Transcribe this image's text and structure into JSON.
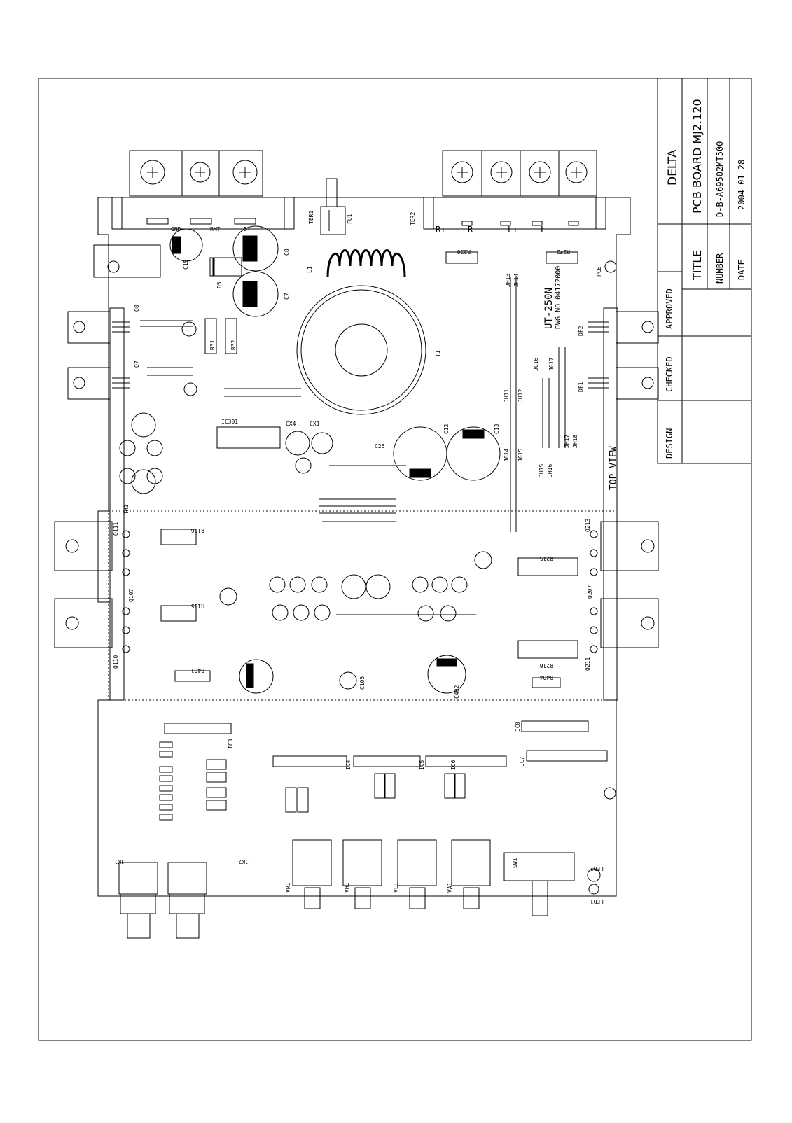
{
  "title_block": {
    "company": "DELTA",
    "title_label": "TITLE",
    "title": "PCB BOARD MJ2.120",
    "number_label": "NUMBER",
    "number": "D-B-A69502MT500",
    "date_label": "DATE",
    "date": "2004-01-28",
    "approved_label": "APPROVED",
    "checked_label": "CHECKED",
    "design_label": "DESIGN"
  },
  "board": {
    "model": "UT-250N",
    "dwg_no": "DWG NO 04172000",
    "view_label": "TOP VIEW",
    "terminals": {
      "power_block": "TER1",
      "speaker_block": "TER2",
      "gnd": "GND",
      "rmt": "RMT",
      "bplus": "B+",
      "fuse": "FU1",
      "speaker_pins": [
        "R+",
        "R-",
        "L+",
        "L-"
      ]
    },
    "main_parts": [
      "T1",
      "L1",
      "C8",
      "C7",
      "C15",
      "D5",
      "C12",
      "C13",
      "IC301",
      "CX1",
      "CX4",
      "C25",
      "C402",
      "C105",
      "TH1",
      "PCB"
    ],
    "transistors": [
      "Q8",
      "Q7",
      "DF2",
      "DF1",
      "Q111",
      "Q107",
      "Q110",
      "Q213",
      "Q207",
      "Q211"
    ],
    "resistors": [
      "R116",
      "R115",
      "R401",
      "R215",
      "R216",
      "R404",
      "R31",
      "R32",
      "R238",
      "R272"
    ],
    "jumpers": [
      "JH11",
      "JH12",
      "JG14",
      "JG15",
      "JH15",
      "JH16",
      "JH17",
      "JH18",
      "JH13",
      "JH14",
      "JG16",
      "JG17"
    ],
    "io": {
      "rca": "JK1",
      "rca2": "JK2",
      "pots": [
        "VR1",
        "VH1",
        "VL1",
        "VA1"
      ],
      "switch": "SW1",
      "leds": [
        "LED1",
        "LED2"
      ],
      "ics": [
        "IC3",
        "IC4",
        "IC5",
        "IC6",
        "IC7",
        "IC8"
      ]
    }
  }
}
